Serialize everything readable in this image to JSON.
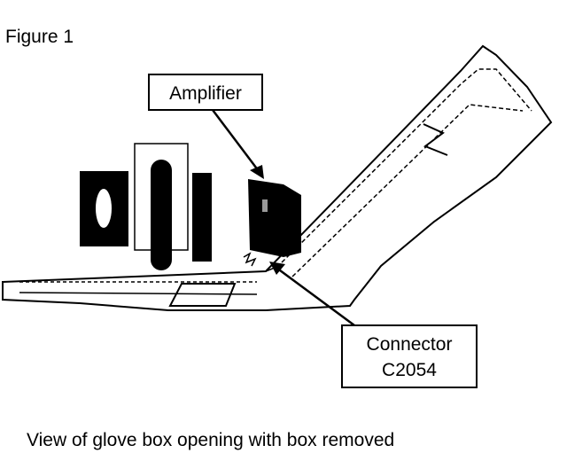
{
  "figure": {
    "label": "Figure 1",
    "caption": "View of glove box opening with box removed"
  },
  "callouts": {
    "amplifier": "Amplifier",
    "connector_line1": "Connector",
    "connector_line2": "C2054"
  }
}
